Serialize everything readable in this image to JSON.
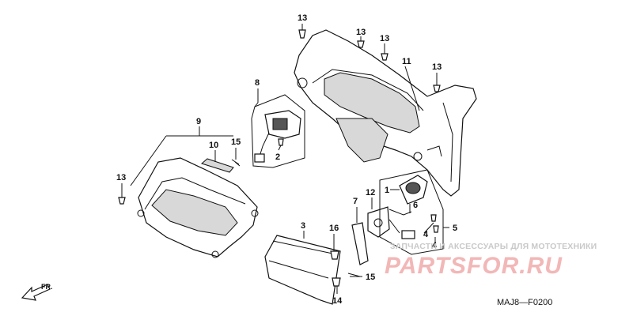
{
  "callouts": {
    "c1": "1",
    "c2": "2",
    "c3": "3",
    "c4a": "4",
    "c4b": "4",
    "c5": "5",
    "c6": "6",
    "c7": "7",
    "c8": "8",
    "c9": "9",
    "c10": "10",
    "c11": "11",
    "c12": "12",
    "c13a": "13",
    "c13b": "13",
    "c13c": "13",
    "c13d": "13",
    "c13e": "13",
    "c14": "14",
    "c15a": "15",
    "c15b": "15",
    "c16": "16"
  },
  "direction_label": "FR.",
  "diagram_code": "MAJ8—F0200",
  "watermark": {
    "tagline": "ЗАПЧАСТИ И АКСЕССУАРЫ ДЛЯ МОТОТЕХНИКИ",
    "logo": "PARTSFOR.RU",
    "color": "#f2b7b7"
  }
}
